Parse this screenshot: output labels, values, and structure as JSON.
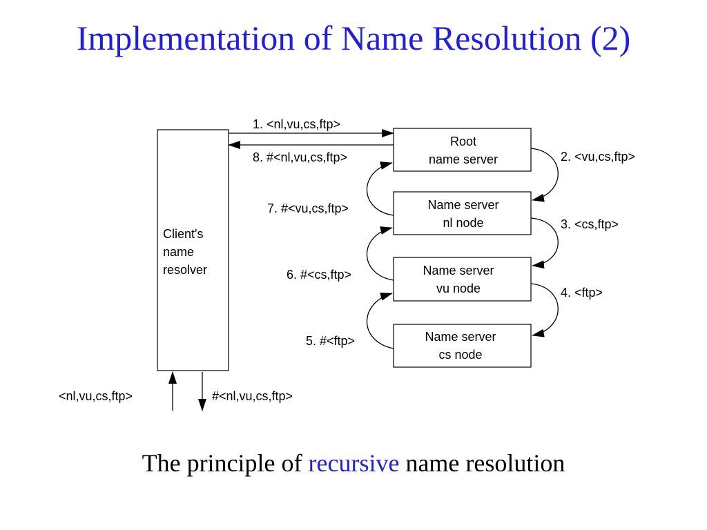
{
  "title": "Implementation of Name Resolution (2)",
  "caption": {
    "before": "The principle of ",
    "highlight": "recursive",
    "after": " name resolution"
  },
  "colors": {
    "title": "#1f1fdc",
    "highlight": "#1f1fdc",
    "ink": "#000000"
  },
  "client": {
    "lines": [
      "Client's",
      "name",
      "resolver"
    ]
  },
  "servers": [
    {
      "id": "root",
      "lines": [
        "Root",
        "name server"
      ]
    },
    {
      "id": "nl",
      "lines": [
        "Name server",
        "nl node"
      ]
    },
    {
      "id": "vu",
      "lines": [
        "Name server",
        "vu node"
      ]
    },
    {
      "id": "cs",
      "lines": [
        "Name server",
        "cs node"
      ]
    }
  ],
  "messages": {
    "m1": "1. <nl,vu,cs,ftp>",
    "m2": "2. <vu,cs,ftp>",
    "m3": "3. <cs,ftp>",
    "m4": "4. <ftp>",
    "m5": "5. #<ftp>",
    "m6": "6. #<cs,ftp>",
    "m7": "7. #<vu,cs,ftp>",
    "m8": "8. #<nl,vu,cs,ftp>"
  },
  "io": {
    "request": "<nl,vu,cs,ftp>",
    "reply": "#<nl,vu,cs,ftp>"
  }
}
